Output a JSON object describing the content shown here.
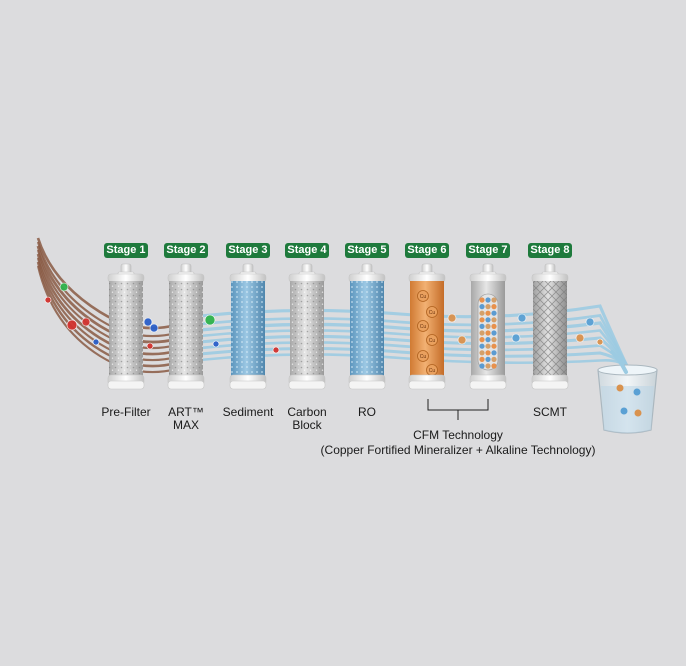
{
  "colors": {
    "background": "#dcdcde",
    "badge": "#1e7a3c",
    "water": "#9ccbe2",
    "dirty_water": "#8a5a44",
    "copper": "#d9924e"
  },
  "stages": [
    {
      "badge": "Stage 1",
      "label": "Pre-Filter",
      "media": "carbon-fiber"
    },
    {
      "badge": "Stage 2",
      "label": "ART™\nMAX",
      "media": "carbon-fiber"
    },
    {
      "badge": "Stage 3",
      "label": "Sediment",
      "media": "blue-sediment"
    },
    {
      "badge": "Stage 4",
      "label": "Carbon\nBlock",
      "media": "carbon-fiber"
    },
    {
      "badge": "Stage 5",
      "label": "RO",
      "media": "blue-membrane"
    },
    {
      "badge": "Stage 6",
      "label": "",
      "media": "copper"
    },
    {
      "badge": "Stage 7",
      "label": "",
      "media": "alkaline-beads"
    },
    {
      "badge": "Stage 8",
      "label": "SCMT",
      "media": "mesh"
    }
  ],
  "group": {
    "title": "CFM Technology",
    "subtitle": "(Copper Fortified Mineralizer + Alkaline Technology)"
  },
  "icons": {
    "copper_particle": "Cu"
  }
}
